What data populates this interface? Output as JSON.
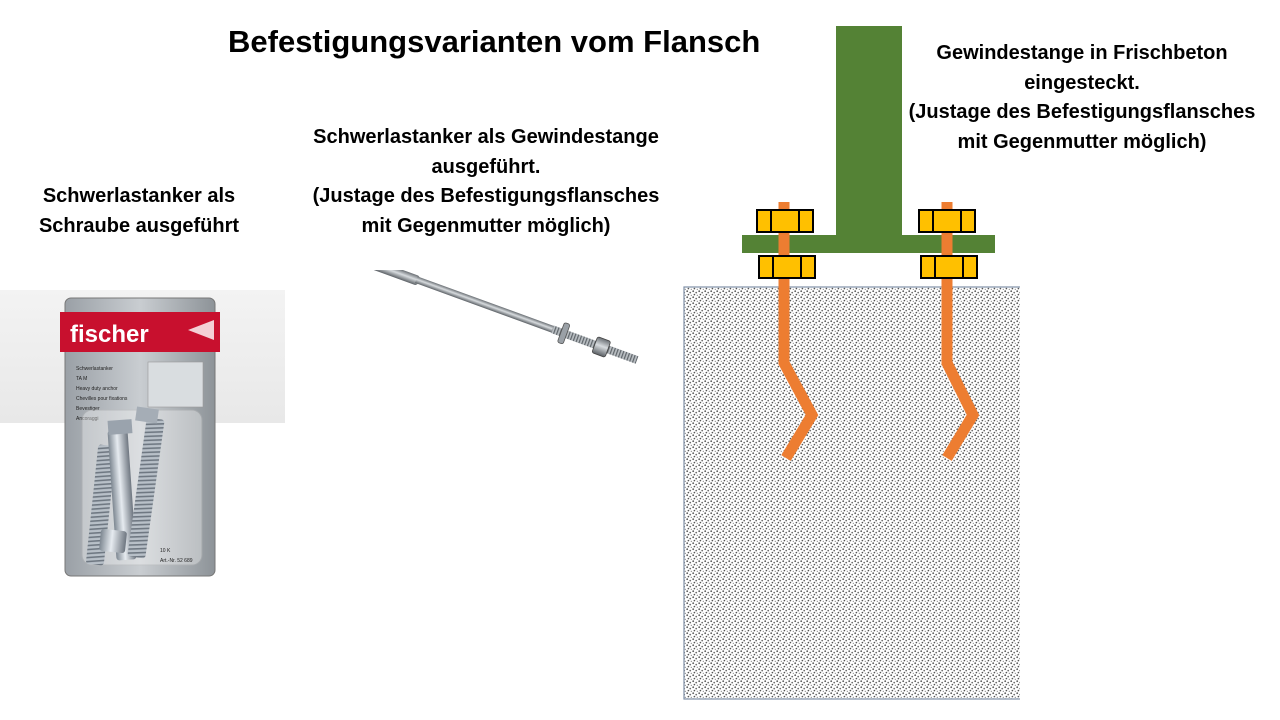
{
  "slide": {
    "title": "Befestigungsvarianten vom Flansch"
  },
  "captions": {
    "left": {
      "lines": [
        "Schwerlastanker als",
        "Schraube ausgeführt"
      ]
    },
    "middle": {
      "lines": [
        "Schwerlastanker als Gewindestange",
        "ausgeführt.",
        "(Justage des Befestigungsflansches",
        "mit Gegenmutter möglich)"
      ]
    },
    "right": {
      "lines": [
        "Gewindestange  in Frischbeton",
        "eingesteckt.",
        "(Justage des Befestigungsflansches",
        "mit Gegenmutter möglich)"
      ]
    }
  },
  "product_package": {
    "brand": "fischer",
    "rows": [
      "Schwerlastanker",
      "TA M",
      "Heavy duty anchor",
      "Chevilles pour fixations",
      "Bevestiger",
      "Ancoraggi"
    ],
    "code": "10 K",
    "article": "Art.-Nr. 52 689"
  },
  "colors": {
    "post_green": "#548235",
    "flange_green": "#548235",
    "nut_yellow": "#ffc000",
    "anchor_orange": "#ed7d31",
    "concrete_border": "#7f8fa6",
    "package_red": "#c8102e"
  },
  "icons": {
    "photo_left": "anchor-package-image",
    "photo_middle": "threaded-rod-image",
    "diagram": "flange-anchoring-diagram"
  }
}
